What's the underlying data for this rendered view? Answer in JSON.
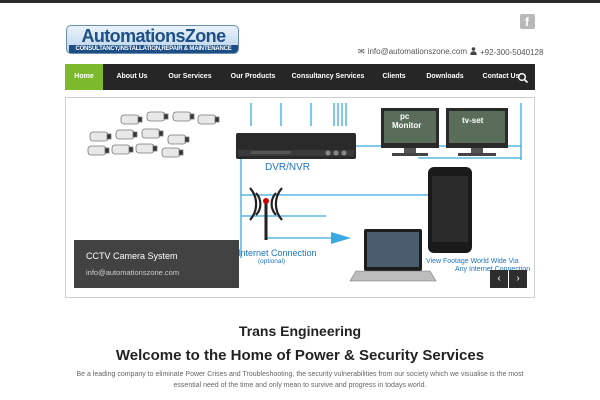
{
  "header": {
    "logo": {
      "name_part1": "Automations",
      "name_part2": "Zone",
      "tagline": "CONSULTANCY,INSTALLATION,REPAIR & MAINTENANCE"
    },
    "social_icon": "facebook-icon",
    "email": "info@automationszone.com",
    "phone": "+92-300-5040128"
  },
  "nav": {
    "items": [
      {
        "label": "Home",
        "active": true
      },
      {
        "label": "About Us"
      },
      {
        "label": "Our Services"
      },
      {
        "label": "Our Products"
      },
      {
        "label": "Consultancy Services"
      },
      {
        "label": "Clients"
      },
      {
        "label": "Downloads"
      },
      {
        "label": "Contact Us"
      }
    ],
    "search_icon": "search-icon"
  },
  "slider": {
    "caption_title": "CCTV Camera System",
    "caption_sub": "info@automationszone.com",
    "prev_label": "‹",
    "next_label": "›",
    "diagram": {
      "pc": "pc",
      "monitor": "Monitor",
      "tv": "tv-set",
      "dvr": "DVR/NVR",
      "internet": "Internet Connection",
      "optional": "(optional)",
      "footage_1": "View Footage World Wide Via",
      "footage_2": "Any Internet Connection"
    }
  },
  "content": {
    "company": "Trans Engineering",
    "welcome": "Welcome to the Home of Power & Security Services",
    "intro": "Be a leading company to eliminate Power Crises and Troubleshooting, the security vulnerabilities from our society which we visualise is the most essential need of the time and only mean to survive and progress in todays world."
  },
  "colors": {
    "nav_bg": "#262626",
    "nav_active": "#7cb92c",
    "diagram_line": "#3aa9e0",
    "logo_blue": "#1d4f86"
  }
}
